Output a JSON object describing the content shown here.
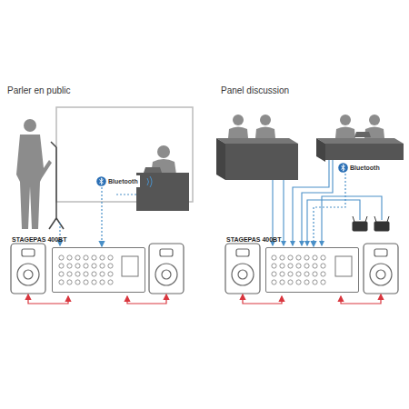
{
  "diagram": {
    "nodes": [
      {
        "text": [
          "Bluetooth"
        ]
      },
      {
        "text": [
          "STAGEPAS 400BT"
        ]
      },
      {
        "text": [
          "Bluetooth"
        ]
      },
      {
        "text": [
          "STAGEPAS 400BT"
        ]
      }
    ],
    "edges": [
      {
        "from": 0,
        "to": 1,
        "arrow": "to"
      },
      {
        "from": 2,
        "to": 3,
        "arrow": "to"
      }
    ],
    "labels": [
      "Parler en public",
      "Panel discussion"
    ]
  }
}
